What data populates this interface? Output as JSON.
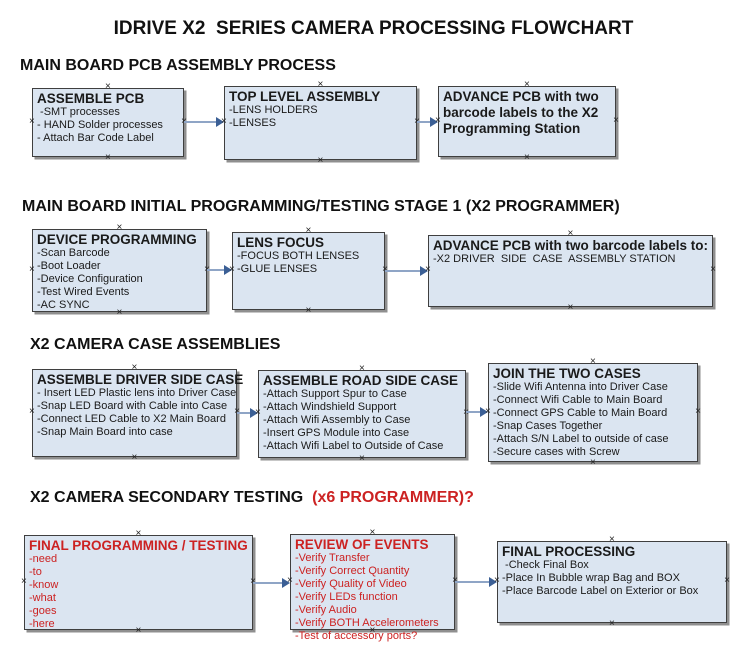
{
  "title": "IDRIVE X2  SERIES CAMERA PROCESSING FLOWCHART",
  "colors": {
    "box_fill": "#dbe5f1",
    "box_border": "#3f3f3f",
    "arrow_line": "#8fa5c6",
    "arrow_head": "#3b5f95",
    "red_text": "#cc2222",
    "black_text": "#1a1a1a"
  },
  "sections": [
    {
      "heading": "MAIN BOARD PCB ASSEMBLY PROCESS",
      "boxes": [
        {
          "title": "ASSEMBLE PCB",
          "lines": [
            " -SMT processes",
            "- HAND Solder processes",
            "- Attach Bar Code Label"
          ]
        },
        {
          "title": "TOP LEVEL ASSEMBLY",
          "lines": [
            "-LENS HOLDERS",
            "-LENSES"
          ]
        },
        {
          "title": "ADVANCE PCB with two barcode labels to the X2 Programming Station",
          "lines": []
        }
      ]
    },
    {
      "heading": "MAIN BOARD INITIAL PROGRAMMING/TESTING STAGE 1 (X2 PROGRAMMER)",
      "boxes": [
        {
          "title": "DEVICE PROGRAMMING",
          "lines": [
            "-Scan Barcode",
            "-Boot Loader",
            "-Device Configuration",
            "-Test Wired Events",
            "-AC SYNC"
          ]
        },
        {
          "title": "LENS FOCUS",
          "lines": [
            "-FOCUS BOTH LENSES",
            "-GLUE LENSES"
          ]
        },
        {
          "title": "ADVANCE PCB with two barcode labels to:",
          "lines": [
            "-X2 DRIVER  SIDE  CASE  ASSEMBLY STATION"
          ]
        }
      ]
    },
    {
      "heading": "X2 CAMERA CASE ASSEMBLIES",
      "boxes": [
        {
          "title": "ASSEMBLE DRIVER SIDE CASE",
          "lines": [
            "- Insert LED Plastic lens into Driver Case",
            "-Snap LED Board with Cable into Case",
            "-Connect LED Cable to X2 Main Board",
            "-Snap Main Board into case"
          ]
        },
        {
          "title": "ASSEMBLE ROAD SIDE CASE",
          "lines": [
            "-Attach Support Spur to Case",
            "-Attach Windshield Support",
            "-Attach Wifi Assembly to Case",
            "-Insert GPS Module into Case",
            "-Attach Wifi Label to Outside of Case"
          ]
        },
        {
          "title": "JOIN THE TWO CASES",
          "lines": [
            "-Slide Wifi Antenna into Driver Case",
            "-Connect Wifi Cable to Main Board",
            "-Connect GPS Cable to Main Board",
            "-Snap Cases Together",
            "-Attach S/N Label to outside of case",
            "-Secure cases with Screw"
          ]
        }
      ]
    },
    {
      "heading": "X2 CAMERA SECONDARY TESTING",
      "heading_red": "  (x6 PROGRAMMER)?",
      "boxes": [
        {
          "title": "FINAL PROGRAMMING / TESTING",
          "lines": [
            "-need",
            "-to",
            "-know",
            "-what",
            "-goes",
            "-here"
          ]
        },
        {
          "title": "REVIEW OF EVENTS",
          "lines": [
            "-Verify Transfer",
            "-Verify Correct Quantity",
            "-Verify Quality of Video",
            "-Verify LEDs function",
            "-Verify Audio",
            "-Verify BOTH Accelerometers",
            "-Test of accessory ports?"
          ]
        },
        {
          "title": "FINAL PROCESSING",
          "lines": [
            " -Check Final Box",
            "-Place In Bubble wrap Bag and BOX",
            "-Place Barcode Label on Exterior or Box"
          ]
        }
      ]
    }
  ]
}
